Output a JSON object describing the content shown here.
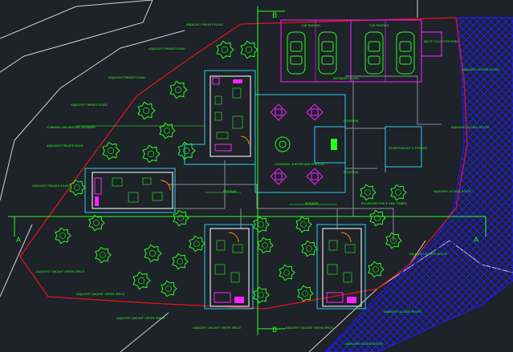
{
  "section_marks": {
    "a_left": "A",
    "a_right": "A",
    "b_top": "B",
    "b_bottom": "B"
  },
  "labels": {
    "car_parking_left": "CAR PARKING",
    "car_parking_right": "CAR PARKING",
    "entrance_gate": "ENTRANCE GUARD",
    "waste_collection": "WASTE COLLECTION POINT",
    "communal_area": "COMMUNAL SHELTER AND PERGOLA",
    "fountain_1": "FOUNTAIN",
    "fountain_2": "FOUNTAIN",
    "pathway_1": "PATHWAY",
    "pathway_2": "PATHWAY",
    "reception": "RECEPTION HUT & STORAGE",
    "boundary_fence": "BOUNDARY FENCE AND TIMBER",
    "parking_building_text": "STANDARD SIDE BUILDING BOUNDARY",
    "adjacent_road_1": "ADJACENT PRIVATE ROAD",
    "adjacent_road_2": "ADJACENT PRIVATE ROAD",
    "adjacent_road_3": "ADJACENT PRIVATE ROAD",
    "adjacent_road_4": "ADJACENT PRIVATE ROAD",
    "adjacent_road_5": "ADJACENT PRIVATE ROAD",
    "adjacent_road_6": "ADJACENT PRIVATE ROAD",
    "adjacent_access_1": "ADJACENT ACCESS ROUTE",
    "adjacent_access_2": "ADJACENT ACCESS ROUTE",
    "adjacent_access_3": "ADJACENT ACCESS ROUTE",
    "adjacent_access_4": "ADJACENT ACCESS ROUTE",
    "adjacent_access_5": "ADJACENT ACCESS ROUTE",
    "adjacent_access_6": "ADJACENT ACCESS ROUTE",
    "adjacent_green_1": "ADJACENT VACANT GREEN SPACE",
    "adjacent_green_2": "ADJACENT VACANT GREEN SPACE",
    "adjacent_green_3": "ADJACENT VACANT GREEN SPACE",
    "adjacent_green_4": "ADJACENT VACANT GREEN SPACE",
    "adjacent_green_5": "ADJACENT VACANT GREEN SPACE"
  },
  "colors": {
    "background": "#1e2229",
    "boundary": "#e0141e",
    "cyan": "#28d2e6",
    "green": "#26ff1c",
    "magenta": "#ff22ff",
    "blue_hatch": "#1d1dff",
    "white_line": "#cfd3d8",
    "grey_line": "#8a8f96",
    "orange": "#ff8a00"
  }
}
